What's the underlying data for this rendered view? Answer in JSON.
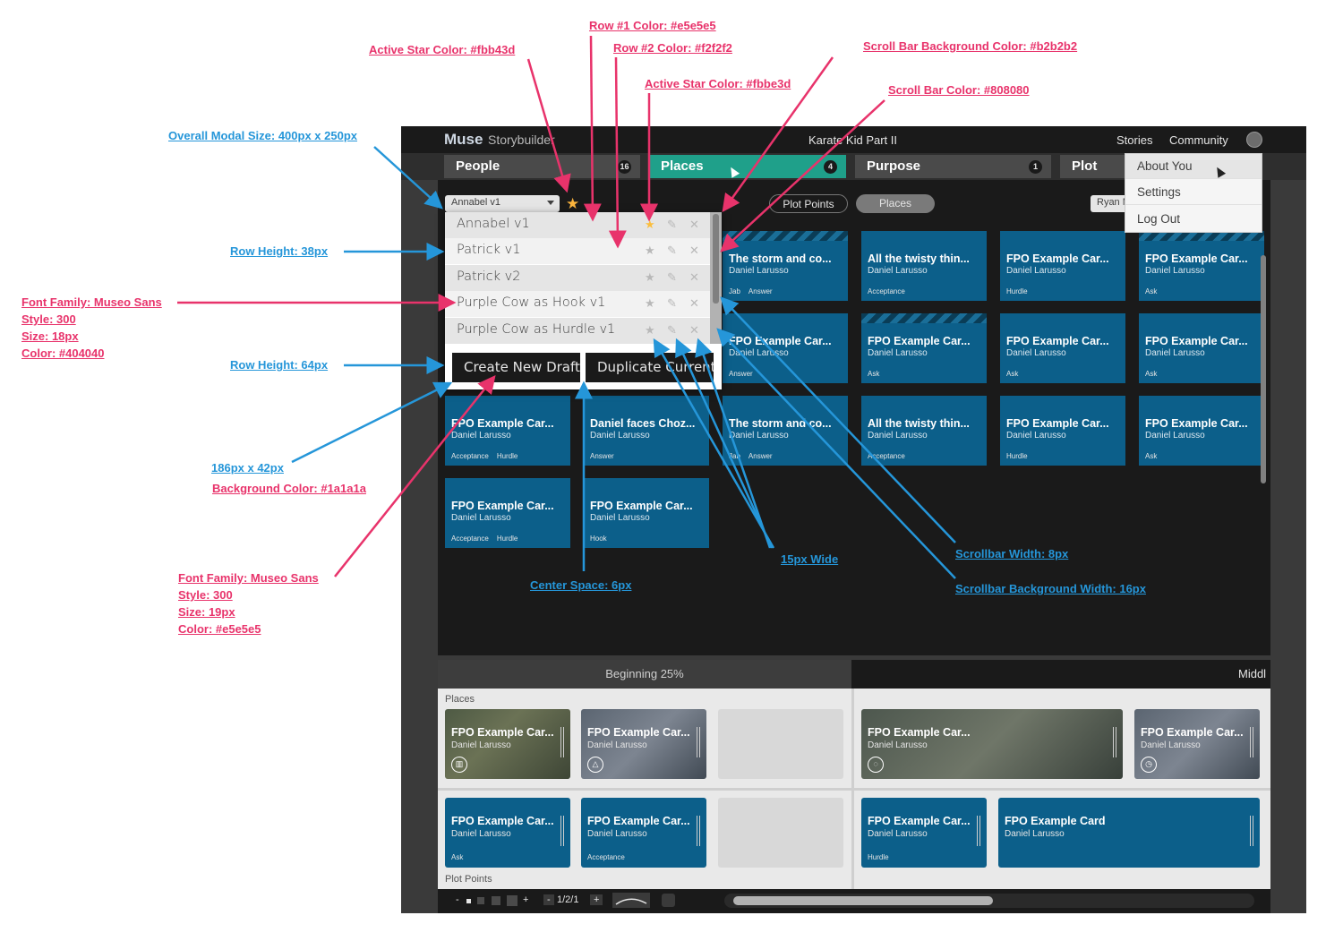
{
  "app": {
    "logo": "Muse",
    "logo_sub": "Storybuilder",
    "story_title": "Karate Kid Part II",
    "nav": [
      "Stories",
      "Community"
    ]
  },
  "tabs": [
    {
      "label": "People",
      "count": "16",
      "active": false
    },
    {
      "label": "Places",
      "count": "4",
      "active": true
    },
    {
      "label": "Purpose",
      "count": "1",
      "active": false
    },
    {
      "label": "Plot",
      "count": "",
      "active": false
    }
  ],
  "account_menu": [
    "About You",
    "Settings",
    "Log Out"
  ],
  "filter": {
    "draft_selected": "Annabel v1",
    "pills": [
      "Plot Points",
      "Places"
    ],
    "user": "Ryan M"
  },
  "draft_modal": {
    "rows": [
      "Annabel v1",
      "Patrick v1",
      "Patrick v2",
      "Purple Cow as Hook v1",
      "Purple Cow as Hurdle v1"
    ],
    "create_button": "Create New Draft",
    "duplicate_button": "Duplicate Current"
  },
  "board_cards": [
    {
      "title": "The storm and co...",
      "subtitle": "Daniel Larusso",
      "tags": [
        "Jab",
        "Answer"
      ],
      "stripes": true
    },
    {
      "title": "All the twisty thin...",
      "subtitle": "Daniel Larusso",
      "tags": [
        "Acceptance"
      ],
      "stripes": false
    },
    {
      "title": "FPO Example Car...",
      "subtitle": "Daniel Larusso",
      "tags": [
        "Hurdle"
      ],
      "stripes": false
    },
    {
      "title": "FPO Example Car...",
      "subtitle": "Daniel Larusso",
      "tags": [
        "Ask"
      ],
      "stripes": true
    },
    {
      "title": "FPO Example Car...",
      "subtitle": "Daniel Larusso",
      "tags": [
        "Answer"
      ],
      "stripes": false
    },
    {
      "title": "FPO Example Car...",
      "subtitle": "Daniel Larusso",
      "tags": [
        "Ask"
      ],
      "stripes": true
    },
    {
      "title": "FPO Example Car...",
      "subtitle": "Daniel Larusso",
      "tags": [
        "Ask"
      ],
      "stripes": false
    },
    {
      "title": "FPO Example Car...",
      "subtitle": "Daniel Larusso",
      "tags": [
        "Ask"
      ],
      "stripes": false
    },
    {
      "title": "FPO Example Car...",
      "subtitle": "Daniel Larusso",
      "tags": [
        "Acceptance",
        "Hurdle"
      ],
      "stripes": false
    },
    {
      "title": "Daniel faces Choz...",
      "subtitle": "Daniel Larusso",
      "tags": [
        "Answer"
      ],
      "stripes": false
    },
    {
      "title": "The storm and co...",
      "subtitle": "Daniel Larusso",
      "tags": [
        "Jab",
        "Answer"
      ],
      "stripes": false
    },
    {
      "title": "All the twisty thin...",
      "subtitle": "Daniel Larusso",
      "tags": [
        "Acceptance"
      ],
      "stripes": false
    },
    {
      "title": "FPO Example Car...",
      "subtitle": "Daniel Larusso",
      "tags": [
        "Hurdle"
      ],
      "stripes": false
    },
    {
      "title": "FPO Example Car...",
      "subtitle": "Daniel Larusso",
      "tags": [
        "Ask"
      ],
      "stripes": false
    },
    {
      "title": "FPO Example Car...",
      "subtitle": "Daniel Larusso",
      "tags": [
        "Acceptance",
        "Hurdle"
      ],
      "stripes": false
    },
    {
      "title": "FPO Example Car...",
      "subtitle": "Daniel Larusso",
      "tags": [
        "Hook"
      ],
      "stripes": false
    }
  ],
  "timeline": {
    "beginning": "Beginning 25%",
    "middle": "Middl",
    "places_label": "Places",
    "plot_points_label": "Plot Points",
    "place_cards": [
      {
        "title": "FPO Example Car...",
        "subtitle": "Daniel Larusso",
        "icon": "building-icon"
      },
      {
        "title": "FPO Example Car...",
        "subtitle": "Daniel Larusso",
        "icon": "triangle-icon"
      },
      {
        "title": "FPO Example Car...",
        "subtitle": "Daniel Larusso",
        "icon": "chat-icon"
      },
      {
        "title": "FPO Example Car...",
        "subtitle": "Daniel Larusso",
        "icon": "clock-icon"
      }
    ],
    "plot_cards": [
      {
        "title": "FPO Example Car...",
        "subtitle": "Daniel Larusso",
        "tag": "Ask"
      },
      {
        "title": "FPO Example Car...",
        "subtitle": "Daniel Larusso",
        "tag": "Acceptance"
      },
      {
        "title": "FPO Example Car...",
        "subtitle": "Daniel Larusso",
        "tag": "Hurdle"
      },
      {
        "title": "FPO Example Card",
        "subtitle": "Daniel Larusso",
        "tag": ""
      }
    ]
  },
  "footer": {
    "minus": "-",
    "plus": "+",
    "page": "1/2/1"
  },
  "annotations": {
    "row1_color": "Row #1 Color: #e5e5e5",
    "row2_color": "Row #2 Color: #f2f2f2",
    "active_star_1": "Active Star Color: #fbb43d",
    "active_star_2": "Active Star Color: #fbbe3d",
    "scroll_bg_color": "Scroll Bar Background Color: #b2b2b2",
    "scroll_color": "Scroll Bar Color: #808080",
    "modal_size": "Overall Modal Size: 400px x 250px",
    "row_height_38": "Row Height: 38px",
    "font_block_1": [
      "Font Family: Museo Sans",
      "Style: 300",
      "Size: 18px",
      "Color: #404040"
    ],
    "row_height_64": "Row Height: 64px",
    "button_size": "186px x 42px",
    "button_bg": "Background Color: #1a1a1a",
    "font_block_2": [
      "Font Family: Museo Sans",
      "Style: 300",
      "Size: 19px",
      "Color: #e5e5e5"
    ],
    "center_space": "Center Space: 6px",
    "icon_width": "15px Wide",
    "scrollbar_width": "Scrollbar Width: 8px",
    "scrollbar_bg_width": "Scrollbar Background Width: 16px"
  },
  "colors": {
    "row1": "#e5e5e5",
    "row2": "#f2f2f2",
    "active_star": "#fbbe3d",
    "scroll_bg": "#b2b2b2",
    "scroll": "#808080",
    "button_bg": "#1a1a1a",
    "text": "#404040",
    "accent_tab": "#1fa08a",
    "card": "#0c5f8a",
    "annotation_pink": "#e8336b",
    "annotation_blue": "#2596d9"
  }
}
